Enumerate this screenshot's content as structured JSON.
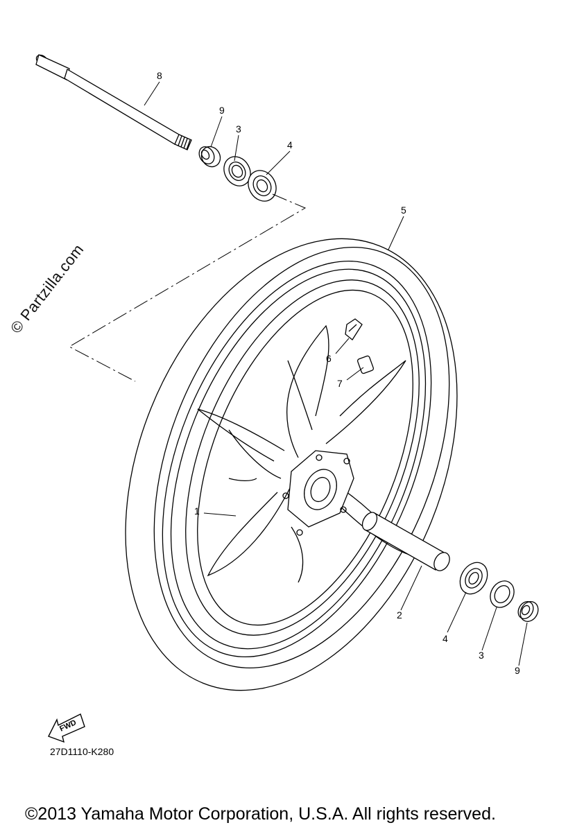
{
  "watermark": "© Partzilla.com",
  "diagram_code": "27D1110-K280",
  "copyright": "©2013 Yamaha Motor Corporation, U.S.A. All rights reserved.",
  "fwd_label": "FWD",
  "callouts": {
    "c1": "1",
    "c2": "2",
    "c3_top": "3",
    "c3_bottom": "3",
    "c4_top": "4",
    "c4_bottom": "4",
    "c5": "5",
    "c6": "6",
    "c7": "7",
    "c8": "8",
    "c9_top": "9",
    "c9_bottom": "9"
  }
}
